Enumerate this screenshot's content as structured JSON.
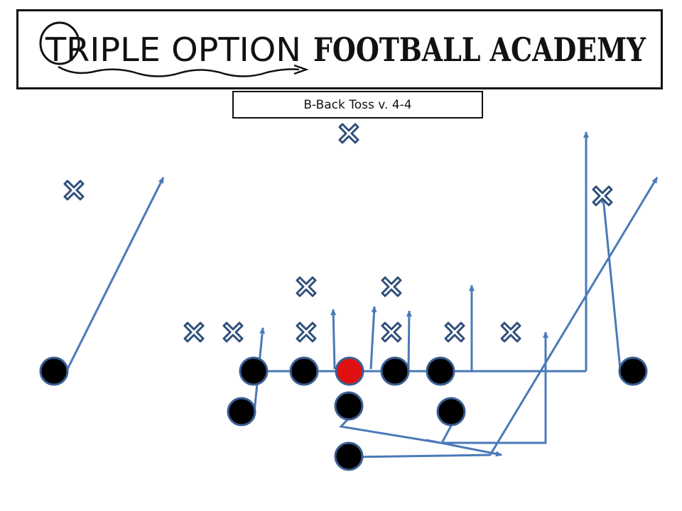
{
  "banner": {
    "brand_left": "TRIPLE OPTION",
    "brand_right": "FOOTBALL ACADEMY"
  },
  "play": {
    "title": "B-Back Toss v. 4-4"
  },
  "colors": {
    "route": "#4a7ab8",
    "defender_fill": "#ffffff",
    "defender_stroke": "#2f4f7a",
    "player_fill": "#000000",
    "center_fill": "#e01010",
    "player_stroke": "#3a5f94"
  },
  "icons": {
    "defender": "x-mark-icon",
    "offense": "filled-circle-icon"
  }
}
